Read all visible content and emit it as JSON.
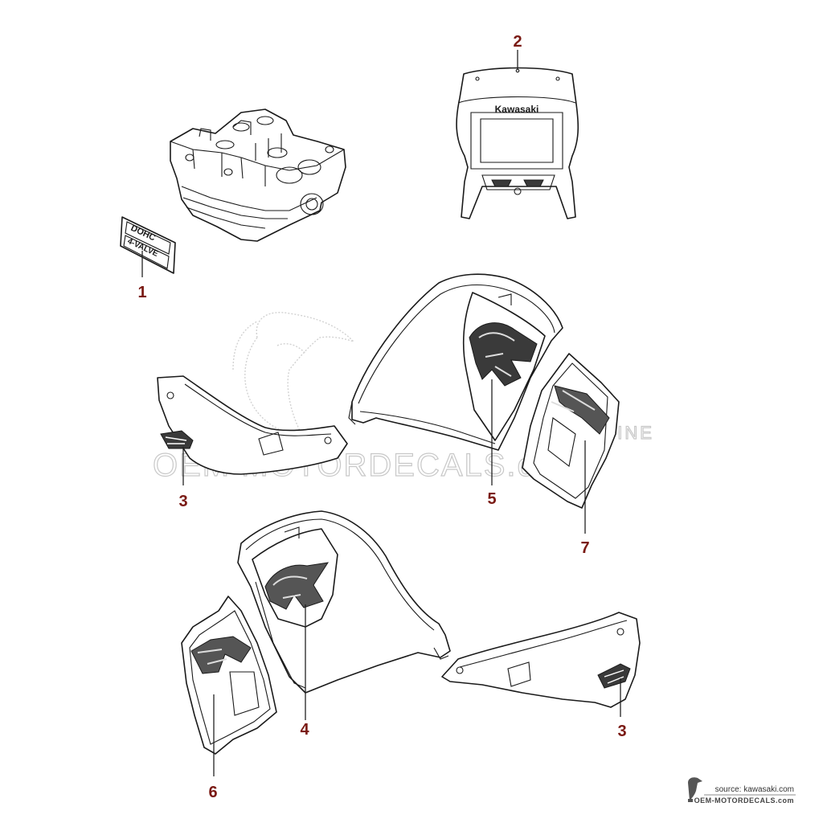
{
  "watermark": {
    "main": "OEM MOTORDECALS.com",
    "small": "ORIGINE"
  },
  "source": {
    "line1": "source: kawasaki.com",
    "line2": "OEM-MOTORDECALS.com"
  },
  "decals": {
    "engine_decal_line1": "DOHC",
    "engine_decal_line2": "4-VALVE",
    "fairing_brand": "Kawasaki"
  },
  "parts": [
    {
      "id": "part-1",
      "label": "1"
    },
    {
      "id": "part-2",
      "label": "2"
    },
    {
      "id": "part-3a",
      "label": "3"
    },
    {
      "id": "part-3b",
      "label": "3"
    },
    {
      "id": "part-4",
      "label": "4"
    },
    {
      "id": "part-5",
      "label": "5"
    },
    {
      "id": "part-6",
      "label": "6"
    },
    {
      "id": "part-7",
      "label": "7"
    }
  ],
  "colors": {
    "part_number": "#7a1a14",
    "line": "#1a1a1a",
    "watermark": "#c8c8c8"
  }
}
